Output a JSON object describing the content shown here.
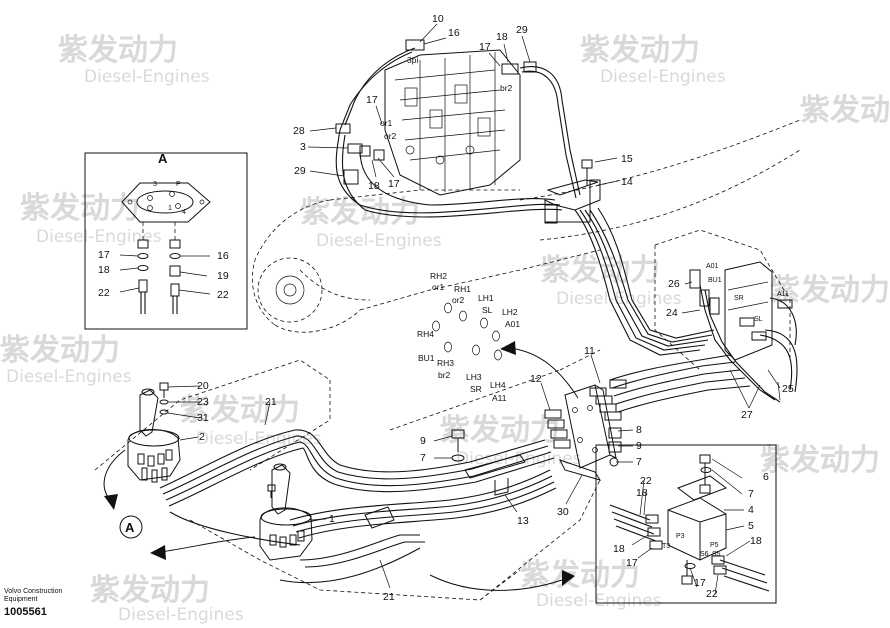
{
  "watermark": {
    "brand_cn": "紫发动力",
    "brand_en": "Diesel-Engines"
  },
  "footer": {
    "line1": "Volvo Construction",
    "line2": "Equipment",
    "part_number": "1005561"
  },
  "detail_a": {
    "title": "A",
    "callout": "A"
  },
  "callouts": {
    "c1": "1",
    "c2": "2",
    "c3": "3",
    "c4": "4",
    "c5": "5",
    "c6": "6",
    "c7": "7",
    "c8": "8",
    "c9": "9",
    "c10": "10",
    "c11": "11",
    "c12": "12",
    "c13": "13",
    "c14": "14",
    "c15": "15",
    "c16": "16",
    "c17": "17",
    "c18": "18",
    "c19": "19",
    "c20": "20",
    "c21": "21",
    "c22": "22",
    "c23": "23",
    "c24": "24",
    "c25": "25",
    "c26": "26",
    "c27": "27",
    "c28": "28",
    "c29": "29",
    "c30": "30",
    "c31": "31"
  },
  "port_labels": {
    "p3pi": "3pi",
    "br2": "br2",
    "or1": "or1",
    "or2": "or2",
    "rh2": "RH2",
    "rh1": "RH1",
    "lh1": "LH1",
    "lh2": "LH2",
    "rh4": "RH4",
    "rh3": "RH3",
    "lh3": "LH3",
    "lh4": "LH4",
    "bu1": "BU1",
    "br2b": "br2",
    "sr": "SR",
    "a11": "A11",
    "a01": "A01",
    "sl": "SL",
    "bu1b": "BU1",
    "a01b": "A01",
    "sr2": "SR",
    "sl2": "SL",
    "a11b": "A11",
    "t3": "T3",
    "p3": "P3",
    "p5": "P5",
    "s6": "S6",
    "s5": "S5",
    "s3": "3",
    "s1": "1",
    "s4": "4",
    "sP": "P"
  }
}
